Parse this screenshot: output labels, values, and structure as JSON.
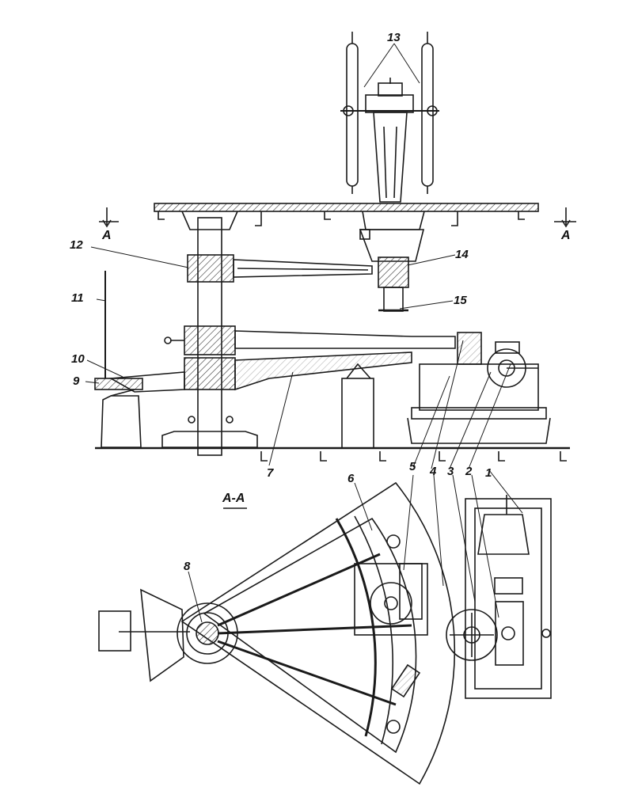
{
  "labels": {
    "l1": "1",
    "l2": "2",
    "l3": "3",
    "l4": "4",
    "l5": "5",
    "l6": "6",
    "l7": "7",
    "l8": "8",
    "l9": "9",
    "l10": "10",
    "l11": "11",
    "l12": "12",
    "l13": "13",
    "l14": "14",
    "l15": "15"
  },
  "section": {
    "left_mark": "A",
    "right_mark": "A",
    "view_title": "A-A"
  },
  "colors": {
    "ink": "#1a1a1a",
    "hatch": "#333333",
    "paper": "#ffffff"
  }
}
